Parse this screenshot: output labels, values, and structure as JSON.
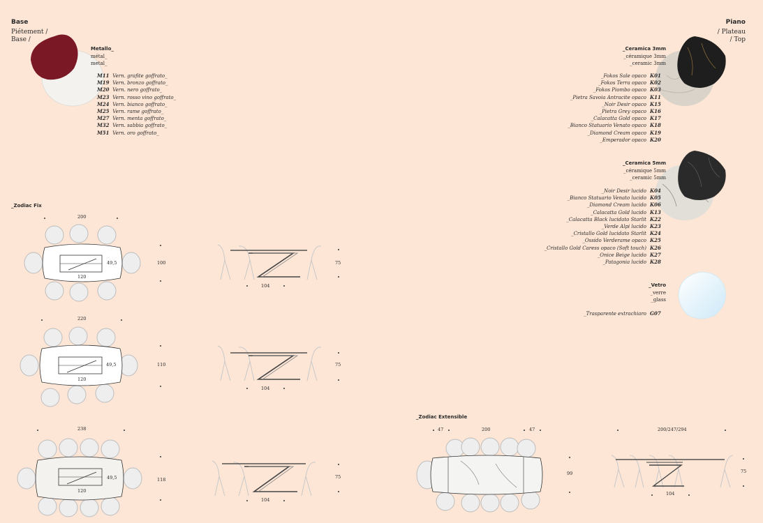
{
  "base": {
    "title": "Base",
    "sub1": "Piétement /",
    "sub2": "Base /"
  },
  "piano": {
    "title": "Piano",
    "sub1": "/ Plateau",
    "sub2": "/ Top"
  },
  "metallo": {
    "title": "Metallo_",
    "fr": "métal_",
    "en": "metal_",
    "items": [
      {
        "code": "M11",
        "name": "Vern. grafite goffrato_"
      },
      {
        "code": "M19",
        "name": "Vern. bronzo goffrato_"
      },
      {
        "code": "M20",
        "name": "Vern. nero goffrato_"
      },
      {
        "code": "M23",
        "name": "Vern. rosso vino goffrato_"
      },
      {
        "code": "M24",
        "name": "Vern. bianco goffrato_"
      },
      {
        "code": "M25",
        "name": "Vern. rame goffrato_"
      },
      {
        "code": "M27",
        "name": "Vern. menta goffrato_"
      },
      {
        "code": "M32",
        "name": "Vern. sabbia goffrato_"
      },
      {
        "code": "M51",
        "name": "Vern. oro goffrato_"
      }
    ]
  },
  "ceramica3": {
    "title": "_Ceramica 3mm",
    "fr": "_céramique 3mm",
    "en": "_ceramic 3mm",
    "items": [
      {
        "name": "_Fokos Sale opaco",
        "code": "K01"
      },
      {
        "name": "_Fokos Terra opaco",
        "code": "K02"
      },
      {
        "name": "_Fokos Piombo opaco",
        "code": "K03"
      },
      {
        "name": "_Pietra Savoia Antracite opaco",
        "code": "K11"
      },
      {
        "name": "_Noir Desir opaco",
        "code": "K15"
      },
      {
        "name": "_Pietra Grey opaco",
        "code": "K16"
      },
      {
        "name": "_Calacatta Gold opaco",
        "code": "K17"
      },
      {
        "name": "_Bianco Statuario Venato opaco",
        "code": "K18"
      },
      {
        "name": "_Diamond Cream opaco",
        "code": "K19"
      },
      {
        "name": "_Emperador opaco",
        "code": "K20"
      }
    ]
  },
  "ceramica5": {
    "title": "_Ceramica 5mm",
    "fr": "_céramique 5mm",
    "en": "_ceramic 5mm",
    "items": [
      {
        "name": "_Noir Desir lucido",
        "code": "K04"
      },
      {
        "name": "_Bianco Statuario Venato lucido",
        "code": "K05"
      },
      {
        "name": "_Diamond Cream lucido",
        "code": "K06"
      },
      {
        "name": "_Calacatta Gold lucido",
        "code": "K13"
      },
      {
        "name": "_Calacatta Black lucidato Starlit",
        "code": "K22"
      },
      {
        "name": "_Verde Alpi lucido",
        "code": "K23"
      },
      {
        "name": "_Cristallo Gold lucidato Starlit",
        "code": "K24"
      },
      {
        "name": "_Ossido Verderame opaco",
        "code": "K25"
      },
      {
        "name": "_Cristallo Gold Caress opaco (Soft touch)",
        "code": "K26"
      },
      {
        "name": "_Onice Beige lucido",
        "code": "K27"
      },
      {
        "name": "_Patagonia lucido",
        "code": "K28"
      }
    ]
  },
  "vetro": {
    "title": "_Vetro",
    "fr": "_verre",
    "en": "_glass",
    "items": [
      {
        "name": "_Trasparente extrachiaro",
        "code": "G07"
      }
    ]
  },
  "zodiac_fix": {
    "title": "_Zodiac Fix",
    "rows": [
      {
        "length": "200",
        "depth": "100",
        "inner": "120",
        "side": "49,5",
        "side_height": "75",
        "side_width": "104"
      },
      {
        "length": "220",
        "depth": "110",
        "inner": "120",
        "side": "49,5",
        "side_height": "75",
        "side_width": "104"
      },
      {
        "length": "238",
        "depth": "118",
        "inner": "120",
        "side": "49,5",
        "side_height": "75",
        "side_width": "104"
      }
    ]
  },
  "zodiac_ext": {
    "title": "_Zodiac Extensible",
    "ext1": "47",
    "length": "200",
    "ext2": "47",
    "depth": "99",
    "side_length": "200/247/294",
    "side_height": "75",
    "side_width": "104"
  },
  "colors": {
    "background": "#fde6d6",
    "wine": "#7a1826",
    "dark_marble": "#1e1e1e",
    "light_marble": "#d9d3c9",
    "glass": "#dff1fb"
  }
}
